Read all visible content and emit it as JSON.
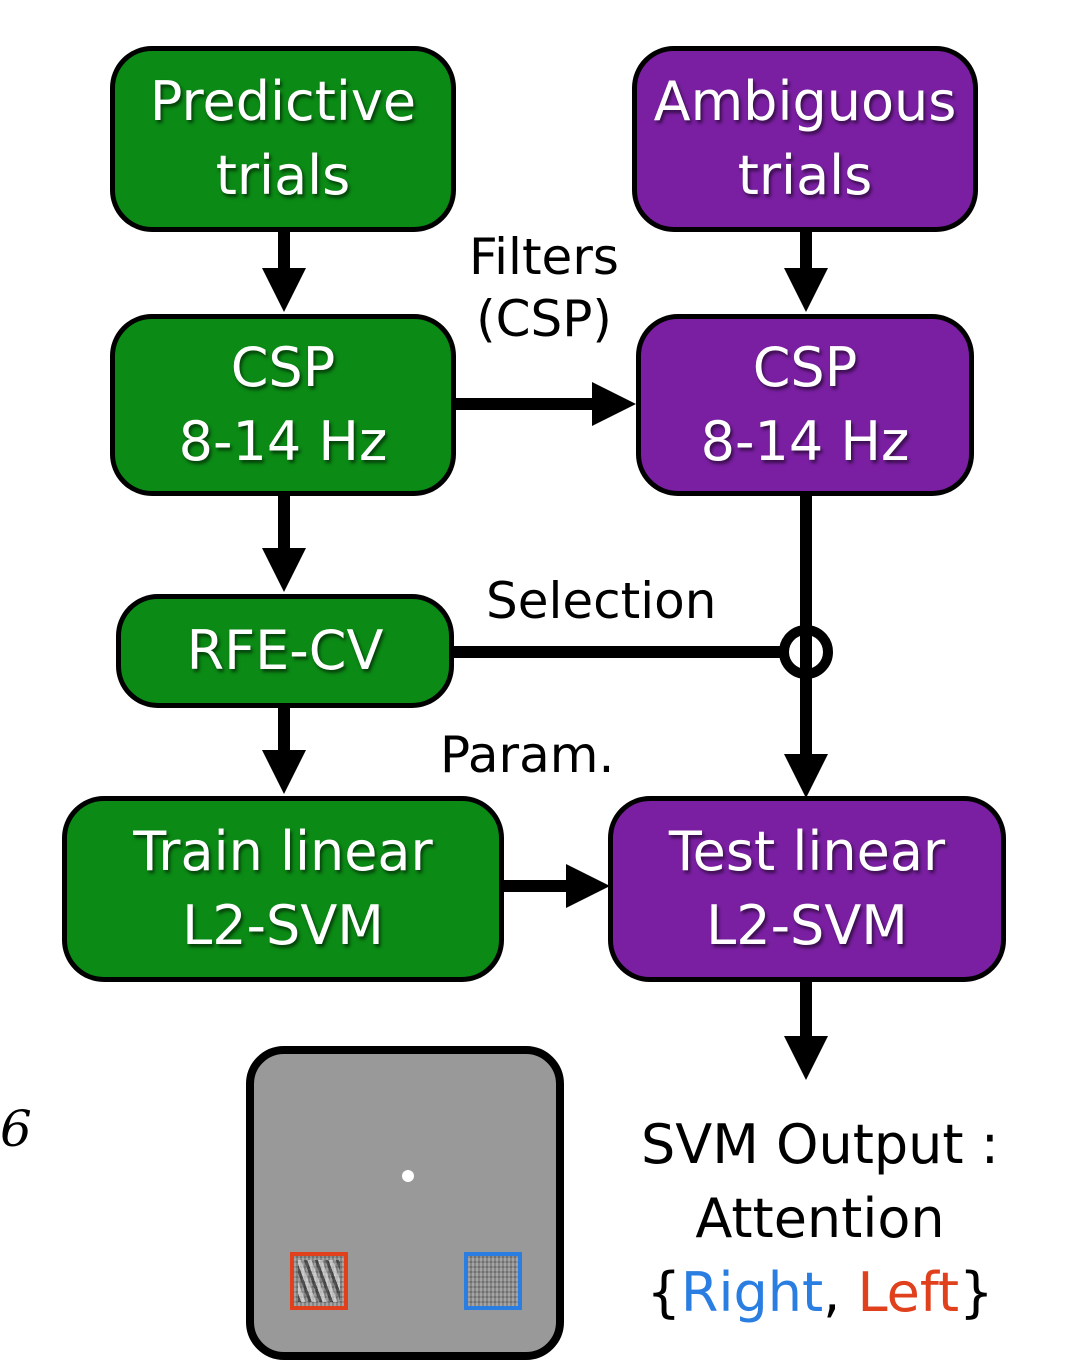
{
  "nodes": {
    "predictive": {
      "line1": "Predictive",
      "line2": "trials"
    },
    "ambiguous": {
      "line1": "Ambiguous",
      "line2": "trials"
    },
    "csp_left": {
      "line1": "CSP",
      "line2": "8-14 Hz"
    },
    "csp_right": {
      "line1": "CSP",
      "line2": "8-14 Hz"
    },
    "rfe": {
      "line1": "RFE-CV"
    },
    "train": {
      "line1": "Train linear",
      "line2": "L2-SVM"
    },
    "test": {
      "line1": "Test linear",
      "line2": "L2-SVM"
    }
  },
  "edge_labels": {
    "filters": {
      "line1": "Filters",
      "line2": "(CSP)"
    },
    "selection": "Selection",
    "param": "Param."
  },
  "output": {
    "line1": "SVM Output :",
    "line2": "Attention",
    "brace_open": "{",
    "right": "Right",
    "comma": ",",
    "left": "Left",
    "brace_close": "}"
  },
  "stray_glyph": "6",
  "colors": {
    "green": "#0b8a15",
    "purple": "#7a1fa2",
    "right_blue": "#2a7de1",
    "left_red": "#e0401c",
    "screen_gray": "#999999"
  }
}
